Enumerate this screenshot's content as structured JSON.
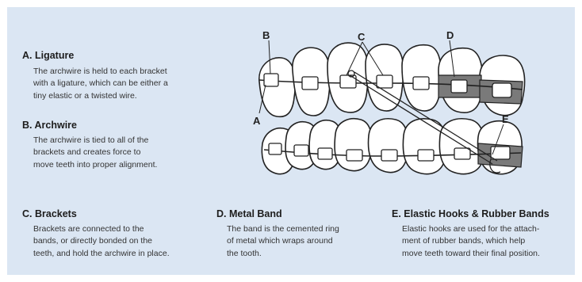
{
  "sections": [
    {
      "heading": "A. Ligature",
      "body": "The archwire is held to each bracket\nwith a ligature, which can be either a\ntiny elastic or a twisted wire."
    },
    {
      "heading": "B. Archwire",
      "body": "The archwire is tied to all of the\nbrackets and creates force to\nmove teeth into proper alignment."
    },
    {
      "heading": "C. Brackets",
      "body": "Brackets are connected to the\nbands, or directly bonded on the\nteeth, and hold the archwire in place."
    },
    {
      "heading": "D. Metal Band",
      "body": "The band is the cemented ring\nof metal which wraps around\nthe tooth."
    },
    {
      "heading": "E. Elastic Hooks & Rubber Bands",
      "body": "Elastic hooks are used for the attach-\nment of rubber bands, which help\nmove teeth toward their final position."
    }
  ],
  "callouts": {
    "a": "A",
    "b": "B",
    "c": "C",
    "d": "D",
    "e": "E"
  },
  "colors": {
    "panel": "#dbe6f3",
    "tooth": "#ffffff",
    "outline": "#222222",
    "band": "#7a7a7a"
  }
}
